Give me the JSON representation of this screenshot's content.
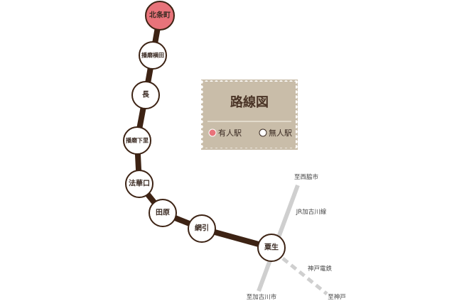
{
  "legend": {
    "title": "路線図",
    "staffed": "有人駅",
    "unstaffed": "無人駅"
  },
  "stations": [
    {
      "name": "北条町",
      "staffed": true
    },
    {
      "name": "播磨横田",
      "staffed": false
    },
    {
      "name": "長",
      "staffed": false
    },
    {
      "name": "播磨下里",
      "staffed": false
    },
    {
      "name": "法華口",
      "staffed": false
    },
    {
      "name": "田原",
      "staffed": false
    },
    {
      "name": "網引",
      "staffed": false
    },
    {
      "name": "粟生",
      "staffed": false
    }
  ],
  "other_lines": {
    "jr_line": "JR加古川線",
    "jr_north": "至西脇市",
    "jr_south": "至加古川市",
    "kobe_line": "神戸電鉄",
    "kobe_dest": "至神戸"
  },
  "colors": {
    "line": "#3d2314",
    "staffed": "#e8737a",
    "unstaffed": "#ffffff",
    "stamp": "#c9bda9",
    "other": "#cfcfcf"
  }
}
